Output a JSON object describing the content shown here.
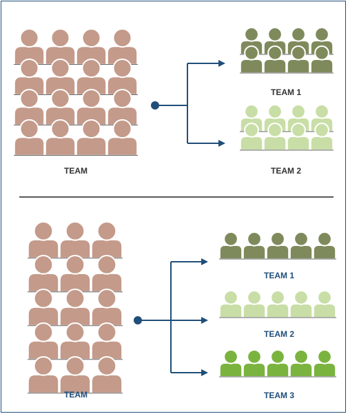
{
  "colors": {
    "border": "#1f4e79",
    "arrow": "#1f4e79",
    "team": "#c49a8a",
    "team_1": "#7f8a5c",
    "team_2": "#c8dea6",
    "team_3": "#7bb33f",
    "divider": "#222222",
    "label_dark": "#333333",
    "label_blue": "#1f4e79"
  },
  "top": {
    "source_label": "TEAM",
    "target_labels": [
      "TEAM 1",
      "TEAM 2"
    ]
  },
  "bottom": {
    "source_label": "TEAM",
    "target_labels": [
      "TEAM 1",
      "TEAM 2",
      "TEAM 3"
    ]
  }
}
